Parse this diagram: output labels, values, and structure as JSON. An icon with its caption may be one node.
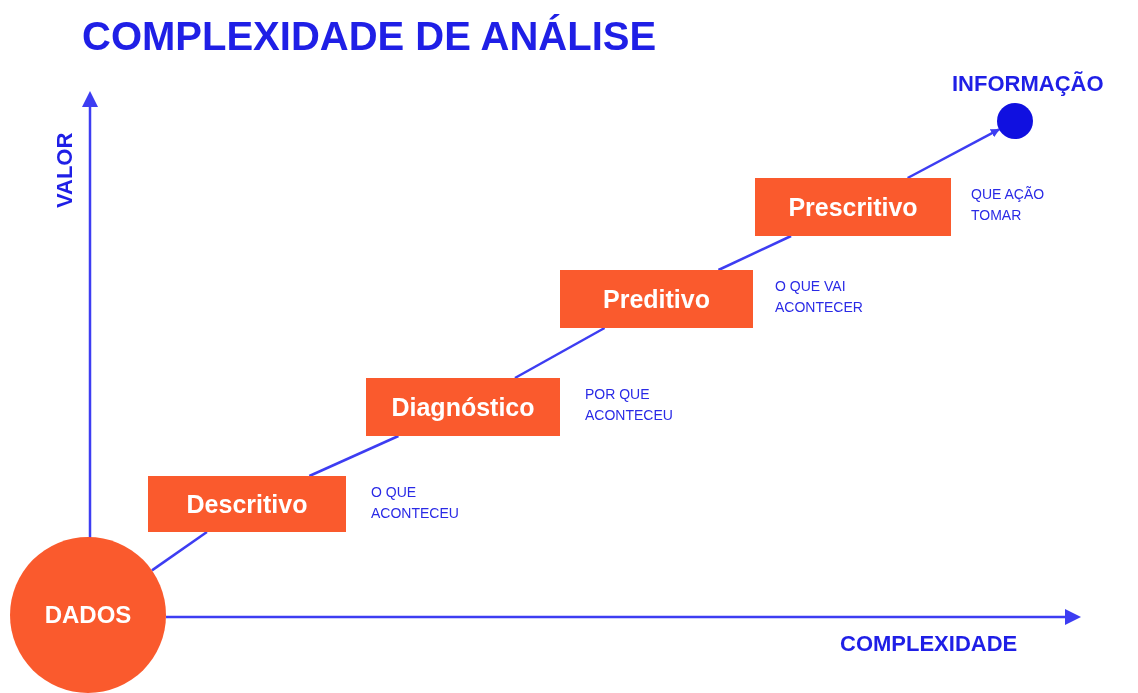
{
  "diagram": {
    "title": "COMPLEXIDADE DE ANÁLISE",
    "nodes": [
      {
        "text": [
          "DADOS"
        ]
      },
      {
        "text": [
          "Descritivo"
        ],
        "beside": [
          "O QUE ACONTECEU"
        ]
      },
      {
        "text": [
          "Diagnóstico"
        ],
        "beside": [
          "POR QUE ACONTECEU"
        ]
      },
      {
        "text": [
          "Preditivo"
        ],
        "beside": [
          "O QUE VAI ACONTECER"
        ]
      },
      {
        "text": [
          "Prescritivo"
        ],
        "beside": [
          "QUE AÇÃO TOMAR"
        ]
      },
      {
        "text": [
          "INFORMAÇÃO"
        ]
      }
    ],
    "edges": [
      {
        "from": 0,
        "to": 1,
        "arrow": "none"
      },
      {
        "from": 1,
        "to": 2,
        "arrow": "none"
      },
      {
        "from": 2,
        "to": 3,
        "arrow": "none"
      },
      {
        "from": 3,
        "to": 4,
        "arrow": "none"
      },
      {
        "from": 4,
        "to": 5,
        "arrow": "to"
      }
    ],
    "labels": [
      "VALOR",
      "COMPLEXIDADE"
    ]
  }
}
